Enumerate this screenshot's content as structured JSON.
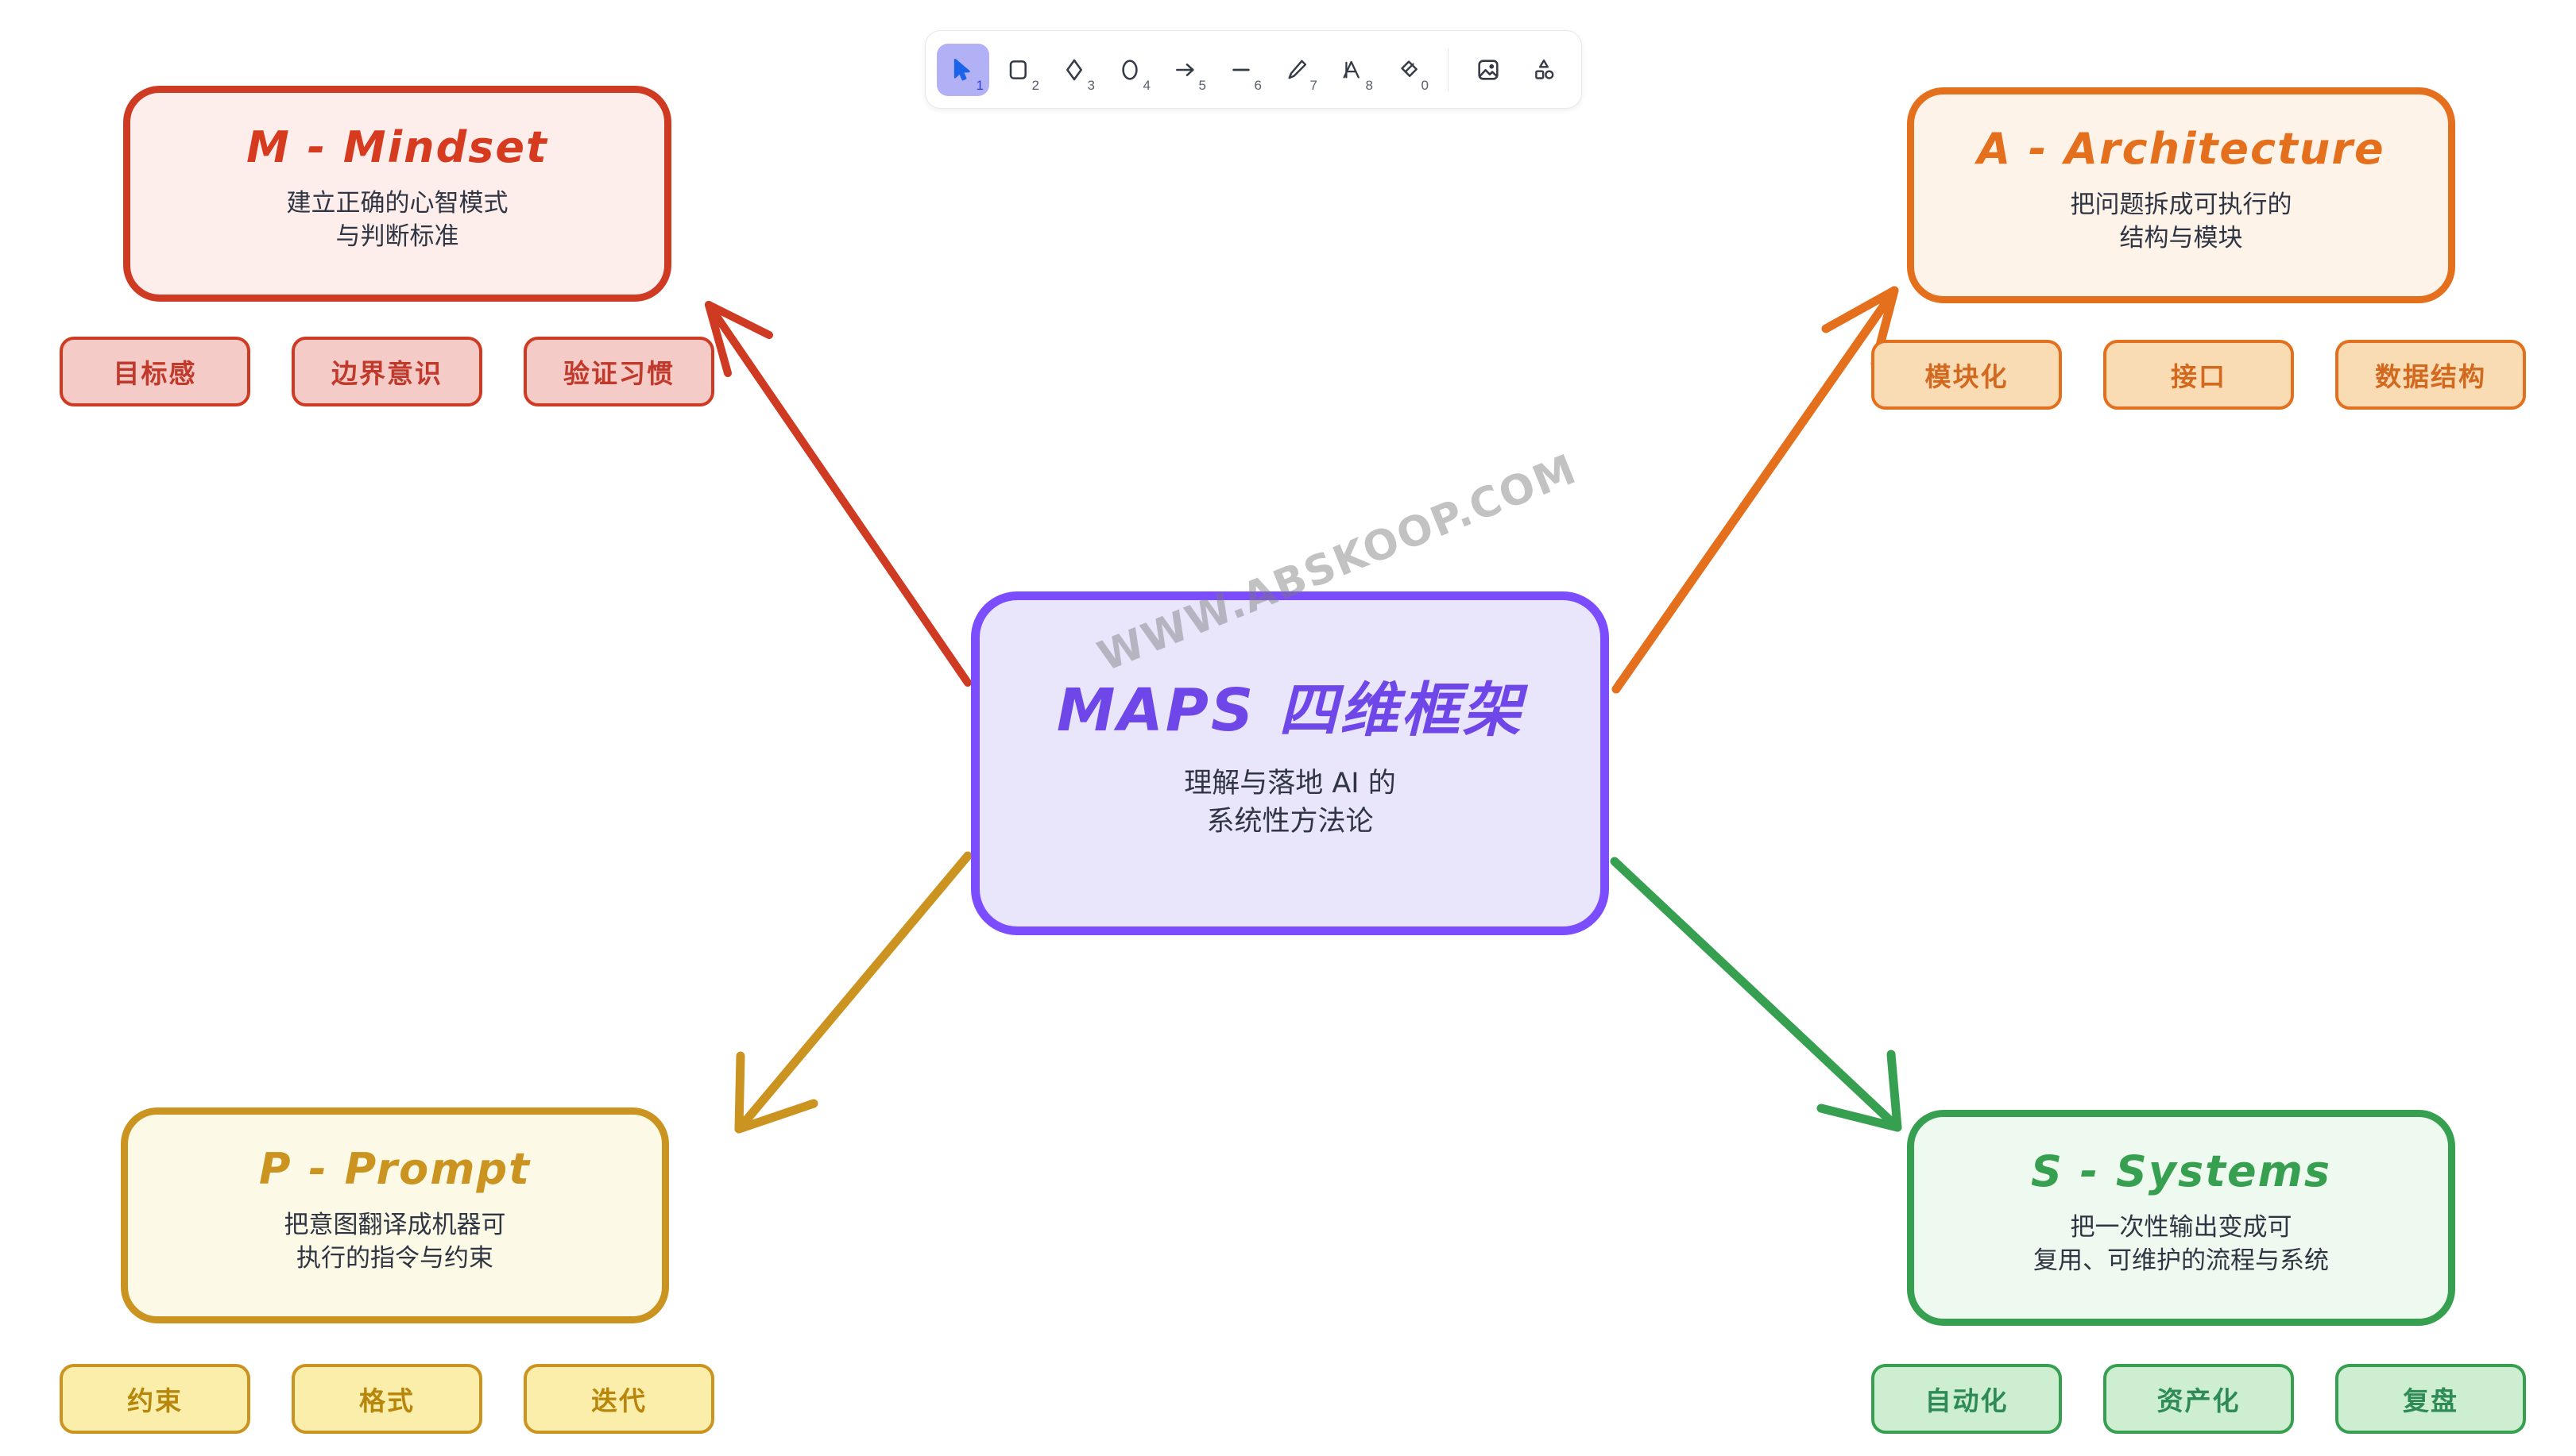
{
  "app": {
    "watermark": "WWW.ABSKOOP.COM",
    "canvas_background": "#ffffff"
  },
  "toolbar": {
    "tools": [
      {
        "name": "selection-tool",
        "label": "Selection",
        "shortcut": "1",
        "active": true
      },
      {
        "name": "rectangle-tool",
        "label": "Rectangle",
        "shortcut": "2",
        "active": false
      },
      {
        "name": "diamond-tool",
        "label": "Diamond",
        "shortcut": "3",
        "active": false
      },
      {
        "name": "ellipse-tool",
        "label": "Ellipse",
        "shortcut": "4",
        "active": false
      },
      {
        "name": "arrow-tool",
        "label": "Arrow",
        "shortcut": "5",
        "active": false
      },
      {
        "name": "line-tool",
        "label": "Line",
        "shortcut": "6",
        "active": false
      },
      {
        "name": "draw-tool",
        "label": "Draw",
        "shortcut": "7",
        "active": false
      },
      {
        "name": "text-tool",
        "label": "Text",
        "shortcut": "8",
        "active": false
      },
      {
        "name": "eraser-tool",
        "label": "Eraser",
        "shortcut": "0",
        "active": false
      },
      {
        "name": "image-tool",
        "label": "Insert image",
        "shortcut": "",
        "active": false
      },
      {
        "name": "library-tool",
        "label": "Shapes library",
        "shortcut": "",
        "active": false
      }
    ]
  },
  "diagram": {
    "center": {
      "title": "MAPS 四维框架",
      "desc_line1": "理解与落地 AI 的",
      "desc_line2": "系统性方法论",
      "border_color": "#7c4dff",
      "fill_color": "#e9e6fc",
      "text_color": "#6f47e8"
    },
    "branches": [
      {
        "key": "mindset",
        "title": "M - Mindset",
        "desc_line1": "建立正确的心智模式",
        "desc_line2": "与判断标准",
        "border_color": "#cf3a22",
        "fill_color": "#fdeeec",
        "text_color": "#d63a1f",
        "tags": [
          "目标感",
          "边界意识",
          "验证习惯"
        ]
      },
      {
        "key": "architecture",
        "title": "A - Architecture",
        "desc_line1": "把问题拆成可执行的",
        "desc_line2": "结构与模块",
        "border_color": "#e4701e",
        "fill_color": "#fdf3e9",
        "text_color": "#e4701e",
        "tags": [
          "模块化",
          "接口",
          "数据结构"
        ]
      },
      {
        "key": "prompt",
        "title": "P - Prompt",
        "desc_line1": "把意图翻译成机器可",
        "desc_line2": "执行的指令与约束",
        "border_color": "#cb9320",
        "fill_color": "#fcfae6",
        "text_color": "#cb9320",
        "tags": [
          "约束",
          "格式",
          "迭代"
        ]
      },
      {
        "key": "systems",
        "title": "S - Systems",
        "desc_line1": "把一次性输出变成可",
        "desc_line2": "复用、可维护的流程与系统",
        "border_color": "#36a050",
        "fill_color": "#eefaef",
        "text_color": "#36a050",
        "tags": [
          "自动化",
          "资产化",
          "复盘"
        ]
      }
    ],
    "connectors": [
      {
        "name": "connector-center-to-mindset",
        "color": "#cf3a22"
      },
      {
        "name": "connector-center-to-architecture",
        "color": "#e4701e"
      },
      {
        "name": "connector-center-to-prompt",
        "color": "#cb9320"
      },
      {
        "name": "connector-center-to-systems",
        "color": "#36a050"
      }
    ]
  }
}
